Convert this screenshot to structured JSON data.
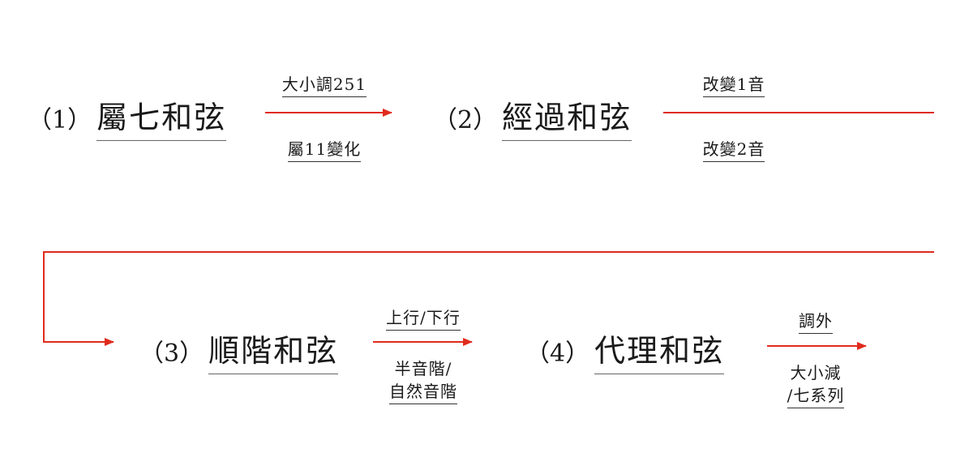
{
  "diagram": {
    "arrow_color": "#e02b1d",
    "nodes": [
      {
        "num": "（1）",
        "title": "屬七和弦"
      },
      {
        "num": "（2）",
        "title": "經過和弦"
      },
      {
        "num": "（3）",
        "title": "順階和弦"
      },
      {
        "num": "（4）",
        "title": "代理和弦"
      }
    ],
    "edges": [
      {
        "from": 1,
        "to": 2,
        "above": "大小調251",
        "below": "屬11變化"
      },
      {
        "from": 2,
        "to": 3,
        "above": "改變1音",
        "below": "改變2音"
      },
      {
        "from": 3,
        "to": 4,
        "above": "上行/下行",
        "below_lines": [
          "半音階/",
          "自然音階"
        ]
      },
      {
        "from": 4,
        "to": null,
        "above": "調外",
        "below_lines": [
          "大小減",
          "/七系列"
        ]
      }
    ]
  }
}
